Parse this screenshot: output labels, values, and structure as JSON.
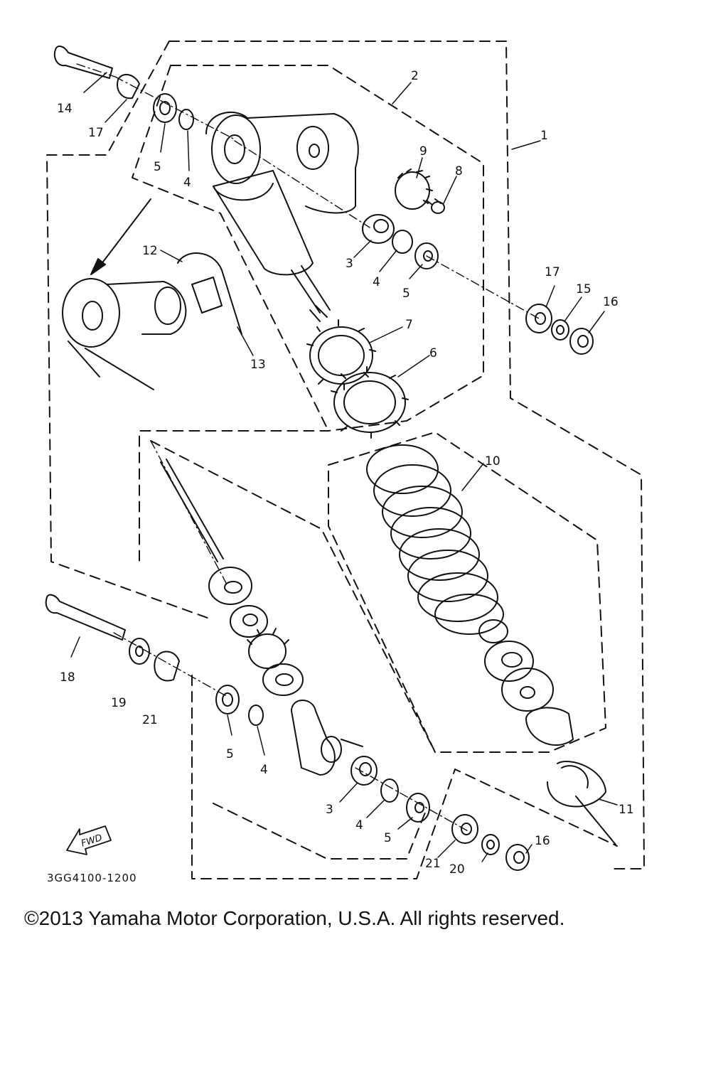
{
  "diagram": {
    "part_code": "3GG4100-1200",
    "fwd_label": "FWD",
    "callouts": [
      "1",
      "2",
      "3",
      "4",
      "5",
      "6",
      "7",
      "8",
      "9",
      "10",
      "11",
      "12",
      "13",
      "14",
      "15",
      "16",
      "17",
      "18",
      "19",
      "20",
      "21"
    ]
  },
  "footer": {
    "copyright": "©2013 Yamaha Motor Corporation, U.S.A. All rights reserved."
  },
  "colors": {
    "ink": "#111111",
    "paper": "#ffffff"
  }
}
